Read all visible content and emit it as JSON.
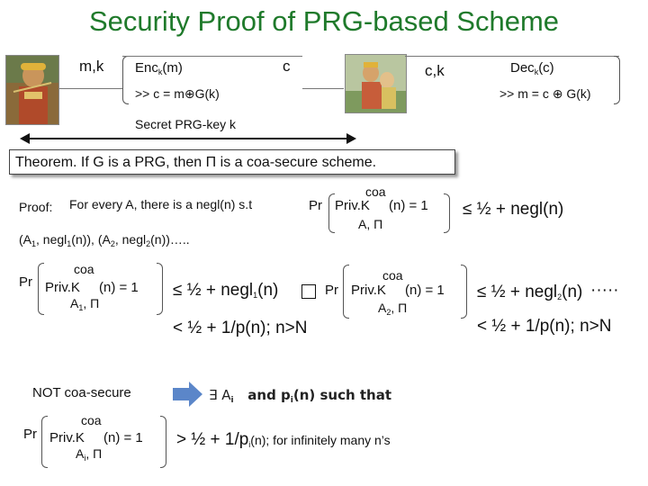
{
  "title": "Security Proof of PRG-based Scheme",
  "top": {
    "sender_label": "m,k",
    "enc": {
      "base": "Enc",
      "sub": "k",
      "arg": "(m)"
    },
    "c_label": "c",
    "enc_step": ">> c = m⊕G(k)",
    "receiver_label": "c,k",
    "dec": {
      "base": "Dec",
      "sub": "k",
      "arg": "(c)"
    },
    "dec_step": ">> m = c ⊕ G(k)",
    "secret_key": "Secret PRG-key k"
  },
  "theorem": "Theorem. If G is a PRG, then Π is a coa-secure scheme.",
  "proof": {
    "label": "Proof:",
    "text": "For every A, there is a negl(n) s.t",
    "pr": "Pr",
    "coa": "coa",
    "privk": "Priv.K",
    "n_eq": "(n)  = 1",
    "a_pi": "A, Π",
    "leq_text": "≤  ½ + negl(n)",
    "pairs": {
      "p1": "(A",
      "s1": "1",
      "p2": ", negl",
      "s2": "1",
      "p3": "(n)), (A",
      "s3": "2",
      "p4": ", negl",
      "s4": "2",
      "p5": "(n))….."
    }
  },
  "case1": {
    "pr": "Pr",
    "coa": "coa",
    "privk": "Priv.K",
    "n_eq": "(n)   = 1",
    "a_base": "A",
    "a_sub": "1",
    "pi": ", Π",
    "leq": "≤  ½ + negl",
    "leq_sub": "1",
    "leq_tail": "(n)",
    "less": "<  ½ + 1/p(n); n>N"
  },
  "case2": {
    "pr": "Pr",
    "coa": "coa",
    "privk": "Priv.K",
    "n_eq": "(n)   = 1",
    "a_base": "A",
    "a_sub": "2",
    "pi": ", Π",
    "leq": "≤  ½ + negl",
    "leq_sub": "2",
    "leq_tail": "(n)",
    "dots": "·····",
    "less": "<  ½ + 1/p(n); n>N"
  },
  "not_secure": {
    "label": "NOT coa-secure",
    "exists_text_a": "∃ A",
    "exists_sub_a": "i",
    "exists_text_b": "and p",
    "exists_sub_b": "i",
    "exists_text_c": "(n) such that",
    "pr": "Pr",
    "coa": "coa",
    "privk": "Priv.K",
    "n_eq": "(n)   = 1",
    "a_base": "A",
    "a_sub": "i",
    "pi": ", Π",
    "gt": ">  ½ + 1/p",
    "gt_sub": "i",
    "gt_tail": "(n); for infinitely many n’s"
  },
  "colors": {
    "title": "#1f7a2b",
    "arrow": "#5b86c9"
  }
}
